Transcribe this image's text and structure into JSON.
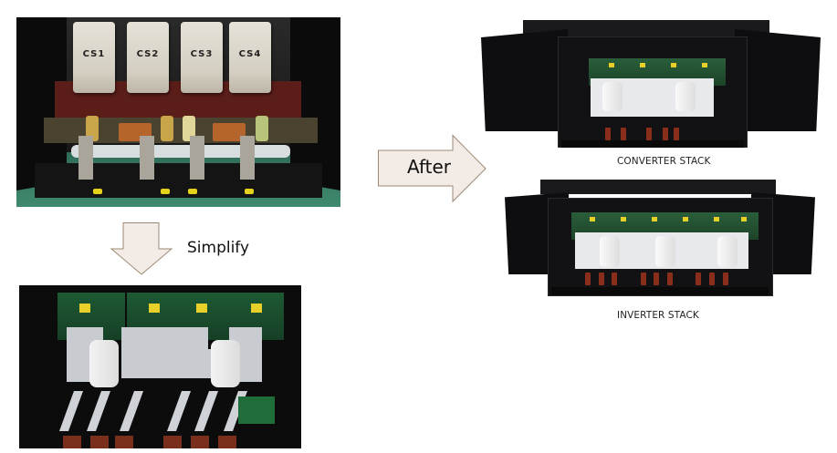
{
  "slide": {
    "photos": {
      "original": {
        "description": "Original thyristor stack with four CS modules",
        "module_labels": [
          "CS1",
          "CS2",
          "CS3",
          "CS4"
        ]
      },
      "simplified": {
        "description": "Simplified stack with PCB gate boards and film capacitors"
      },
      "converter": {
        "caption": "CONVERTER STACK"
      },
      "inverter": {
        "caption": "INVERTER STACK"
      }
    },
    "arrows": {
      "simplify": {
        "direction": "down",
        "label": "Simplify",
        "fill": "#f3ebe5",
        "stroke": "#9e8a74"
      },
      "after": {
        "direction": "right",
        "label": "After",
        "fill": "#f3ebe5",
        "stroke": "#9e8a74"
      }
    }
  }
}
